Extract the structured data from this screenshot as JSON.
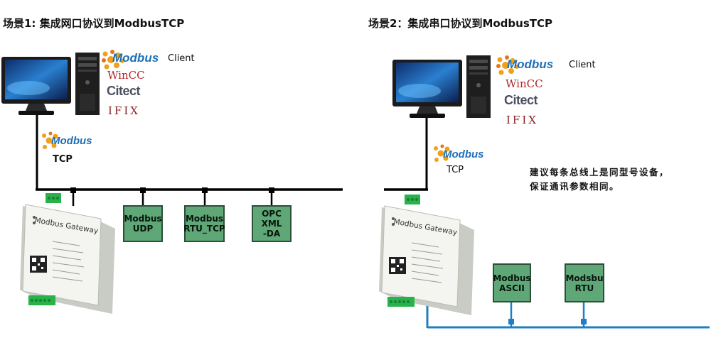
{
  "scene1": {
    "title": "场景1: 集成网口协议到ModbusTCP",
    "client_label": "Client",
    "modbus_logo_text": "Modbus",
    "wincc": "WinCC",
    "citect": "Citect",
    "ifix": "IFIX",
    "link_logo_text": "Modbus",
    "link_label": "TCP",
    "gateway_label": "Modbus Gateway",
    "boxes": [
      {
        "line1": "Modbus",
        "line2": "UDP"
      },
      {
        "line1": "Modbus",
        "line2": "RTU_TCP"
      },
      {
        "line1": "OPC XML",
        "line2": "-DA"
      }
    ]
  },
  "scene2": {
    "title": "场景2：集成串口协议到ModbusTCP",
    "client_label": "Client",
    "modbus_logo_text": "Modbus",
    "wincc": "WinCC",
    "citect": "Citect",
    "ifix": "IFIX",
    "link_logo_text": "Modbus",
    "link_label": "TCP",
    "gateway_label": "Modbus Gateway",
    "note_line1": "建议每条总线上是同型号设备，",
    "note_line2": "保证通讯参数相同。",
    "boxes": [
      {
        "line1": "Modbus",
        "line2": "ASCII"
      },
      {
        "line1": "Modsbu",
        "line2": "RTU"
      }
    ]
  },
  "colors": {
    "ethernet_line": "#000000",
    "serial_line": "#1f7fc0",
    "protocol_box": "#5fa777",
    "gateway_body": "#f4f5f0",
    "terminal_green": "#27b24a",
    "modbus_blue": "#1f6fb5"
  }
}
